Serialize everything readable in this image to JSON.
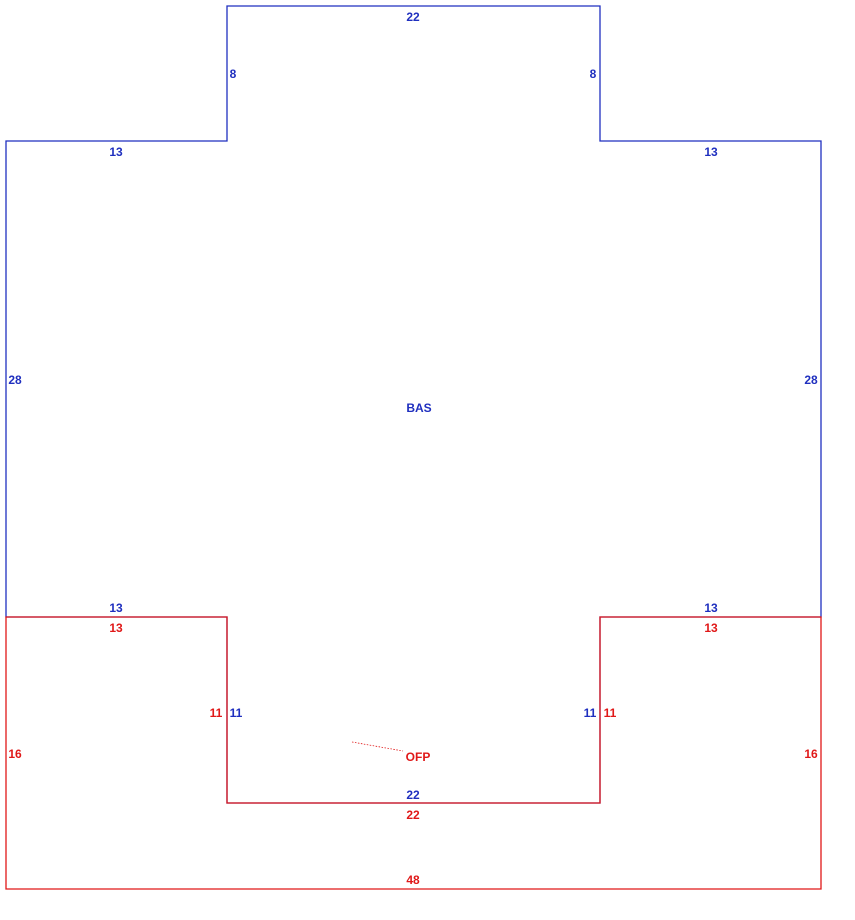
{
  "colors": {
    "base": "#1f2fbf",
    "porch": "#e01818",
    "background": "#ffffff"
  },
  "areas": {
    "base_label": "BAS",
    "porch_label": "OFP"
  },
  "dimensions": {
    "bas_top": "22",
    "bas_top_left_riser": "8",
    "bas_top_right_riser": "8",
    "bas_upper_left_step": "13",
    "bas_upper_right_step": "13",
    "bas_left": "28",
    "bas_right": "28",
    "bas_lower_left_step": "13",
    "bas_lower_right_step": "13",
    "bas_inner_left": "11",
    "bas_inner_right": "11",
    "bas_bottom": "22",
    "ofp_left_top": "13",
    "ofp_right_top": "13",
    "ofp_inner_left": "11",
    "ofp_inner_right": "11",
    "ofp_left": "16",
    "ofp_right": "16",
    "ofp_inner_bottom": "22",
    "ofp_bottom": "48"
  }
}
